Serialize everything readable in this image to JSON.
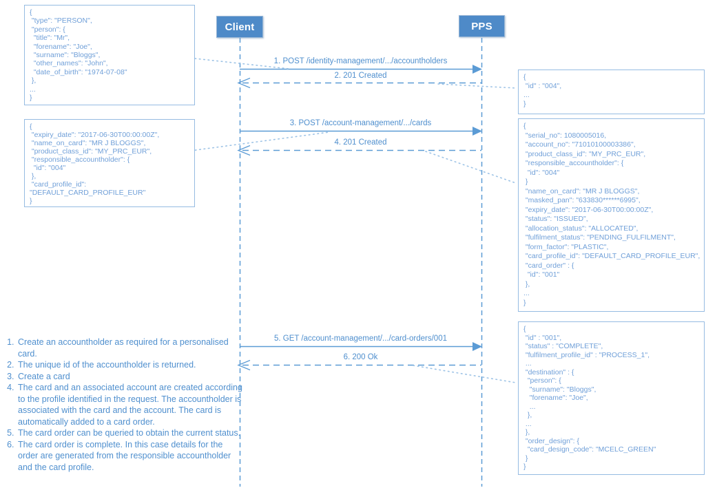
{
  "actors": {
    "client": "Client",
    "pps": "PPS"
  },
  "messages": [
    {
      "label": "1. POST /identity-management/.../accountholders",
      "kind": "request"
    },
    {
      "label": "2. 201 Created",
      "kind": "response"
    },
    {
      "label": "3. POST /account-management/.../cards",
      "kind": "request"
    },
    {
      "label": "4. 201 Created",
      "kind": "response"
    },
    {
      "label": "5. GET  /account-management/.../card-orders/001",
      "kind": "request"
    },
    {
      "label": "6. 200 Ok",
      "kind": "response"
    }
  ],
  "notes": {
    "accountholder_request": {
      "lines": [
        "{",
        " \"type\": \"PERSON\",",
        " \"person\": {",
        "  \"title\": \"Mr\",",
        "  \"forename\": \"Joe\",",
        "  \"surname\": \"Bloggs\",",
        "  \"other_names\": \"John\",",
        "  \"date_of_birth\": \"1974-07-08\"",
        " },",
        "...",
        "}"
      ]
    },
    "accountholder_response": {
      "lines": [
        "{",
        " \"id\" : \"004\",",
        "...",
        "}"
      ]
    },
    "card_request": {
      "lines": [
        "{",
        " \"expiry_date\": \"2017-06-30T00:00:00Z\",",
        " \"name_on_card\": \"MR J BLOGGS\",",
        " \"product_class_id\": \"MY_PRC_EUR\",",
        " \"responsible_accountholder\": {",
        "  \"id\": \"004\"",
        " },",
        " \"card_profile_id\":",
        "\"DEFAULT_CARD_PROFILE_EUR\"",
        "}"
      ]
    },
    "card_response": {
      "lines": [
        "{",
        " \"serial_no\": 1080005016,",
        " \"account_no\": \"71010100003386\",",
        " \"product_class_id\": \"MY_PRC_EUR\",",
        " \"responsible_accountholder\": {",
        "  \"id\": \"004\"",
        " }",
        " \"name_on_card\": \"MR J BLOGGS\",",
        " \"masked_pan\": \"633830******6995\",",
        " \"expiry_date\": \"2017-06-30T00:00:00Z\",",
        " \"status\": \"ISSUED\",",
        " \"allocation_status\": \"ALLOCATED\",",
        " \"fulfilment_status\": \"PENDING_FULFILMENT\",",
        " \"form_factor\": \"PLASTIC\",",
        " \"card_profile_id\": \"DEFAULT_CARD_PROFILE_EUR\",",
        " \"card_order\" : {",
        "  \"id\": \"001\"",
        " },",
        "...",
        "}"
      ]
    },
    "card_order_response": {
      "lines": [
        "{",
        " \"id\" : \"001\",",
        " \"status\" : \"COMPLETE\",",
        " \"fulfilment_profile_id\" : \"PROCESS_1\",",
        " ...",
        " \"destination\" : {",
        "  \"person\": {",
        "   \"surname\": \"Bloggs\",",
        "   \"forename\": \"Joe\",",
        "   ...",
        "  },",
        " ...",
        " },",
        " \"order_design\": {",
        "  \"card_design_code\": \"MCELC_GREEN\"",
        " }",
        "}"
      ]
    }
  },
  "steps": [
    "Create an accountholder as required for a personalised card.",
    "The unique id of the accountholder is returned.",
    "Create a card",
    "The card and an associated account are created according to the profile identified in the request. The accountholder is associated with the card and the account. The card is automatically added to a card order.",
    "The card order can be queried to obtain the current status.",
    "The card order is complete. In this case details for the order are generated from the responsible accountholder and the card profile."
  ],
  "colors": {
    "actor_fill": "#4e8ac8",
    "line_blue": "#5b9bd5",
    "note_text": "#6f9fd8",
    "note_border": "#95bbe2",
    "label_text": "#4f8fce"
  }
}
